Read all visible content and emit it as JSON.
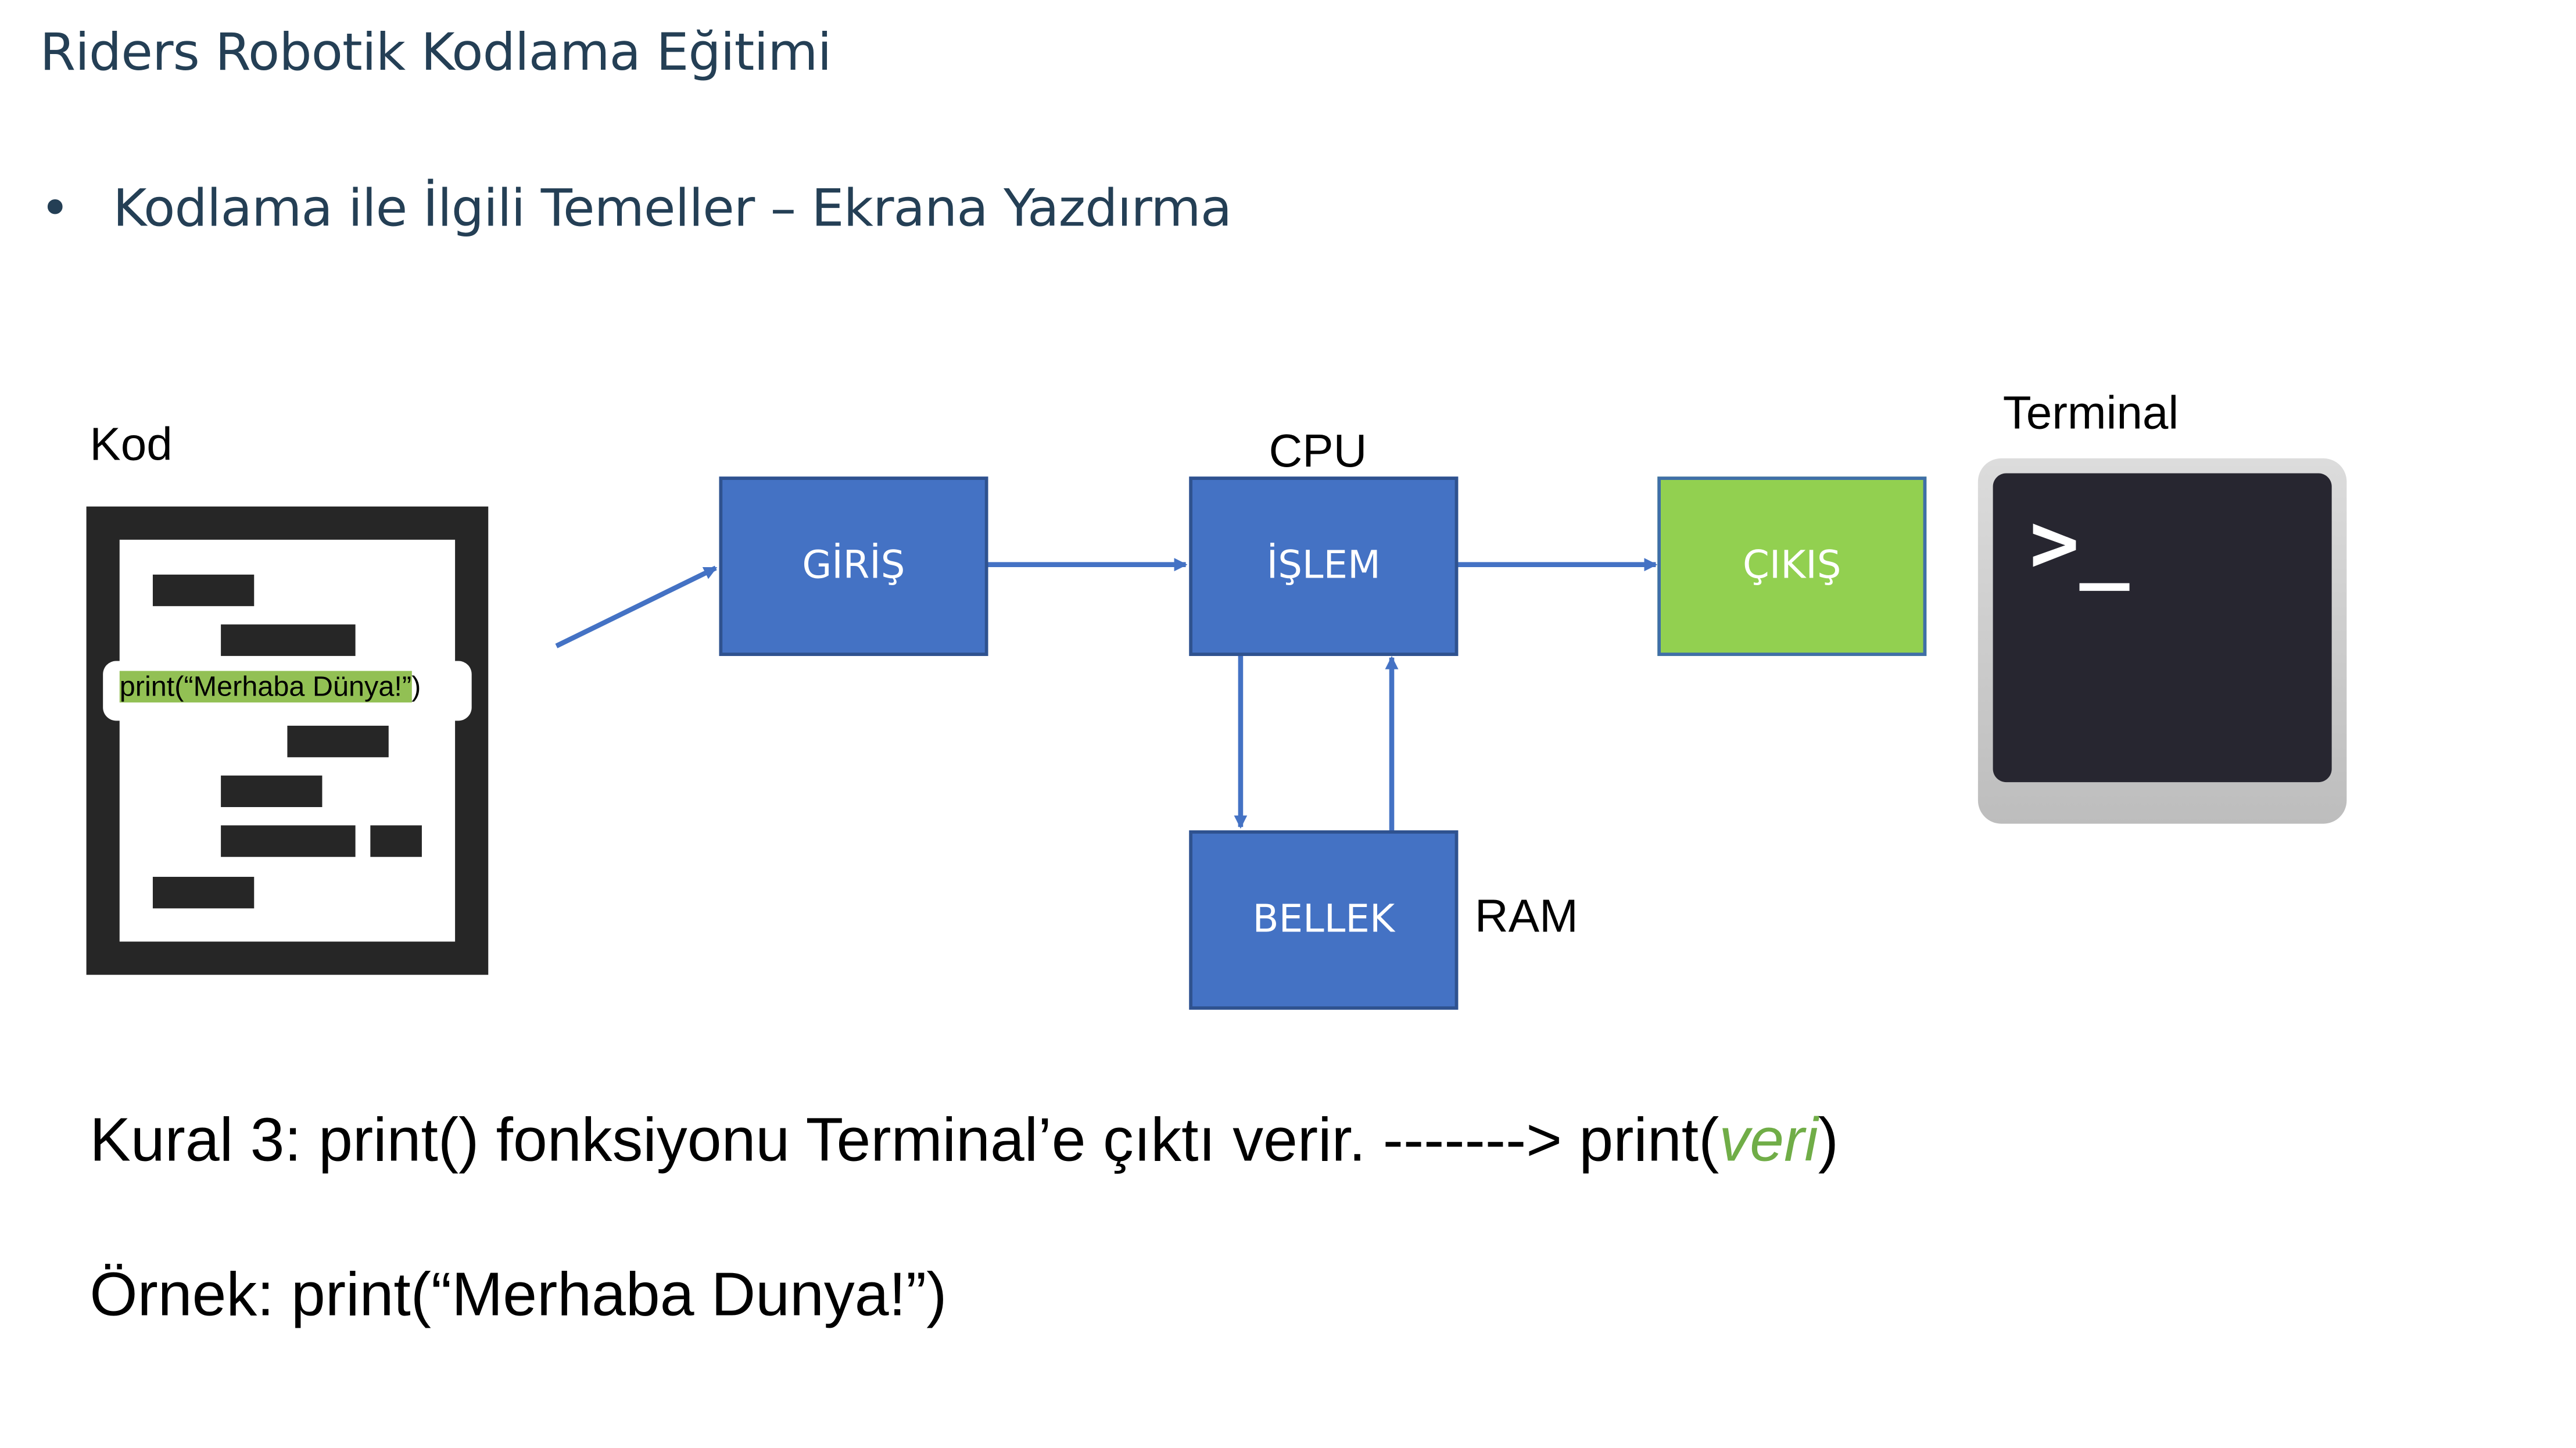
{
  "header": {
    "title": "Riders Robotik Kodlama Eğitimi",
    "bullet_symbol": "•",
    "bullet_text": "Kodlama ile İlgili Temeller – Ekrana Yazdırma"
  },
  "diagram": {
    "code_label": "Kod",
    "code_snippet": "print(“Merhaba Dünya!”",
    "code_snippet_tail": ")",
    "cpu_label": "CPU",
    "ram_label": "RAM",
    "terminal_label": "Terminal",
    "terminal_prompt": ">_",
    "input_box": "GİRİŞ",
    "process_box": "İŞLEM",
    "output_box": "ÇIKIŞ",
    "memory_box": "BELLEK"
  },
  "rule": {
    "prefix": "Kural 3: print() fonksiyonu Terminal’e çıktı verir. -------> print(",
    "argument": "veri",
    "suffix": ")"
  },
  "example": {
    "text": "Örnek: print(“Merhaba Dunya!”)"
  },
  "colors": {
    "title_text": "#243f55",
    "box_blue": "#4472c4",
    "box_green": "#92d050",
    "arrow": "#4472c4",
    "highlight": "#92c054",
    "italic_arg": "#70ad47"
  }
}
